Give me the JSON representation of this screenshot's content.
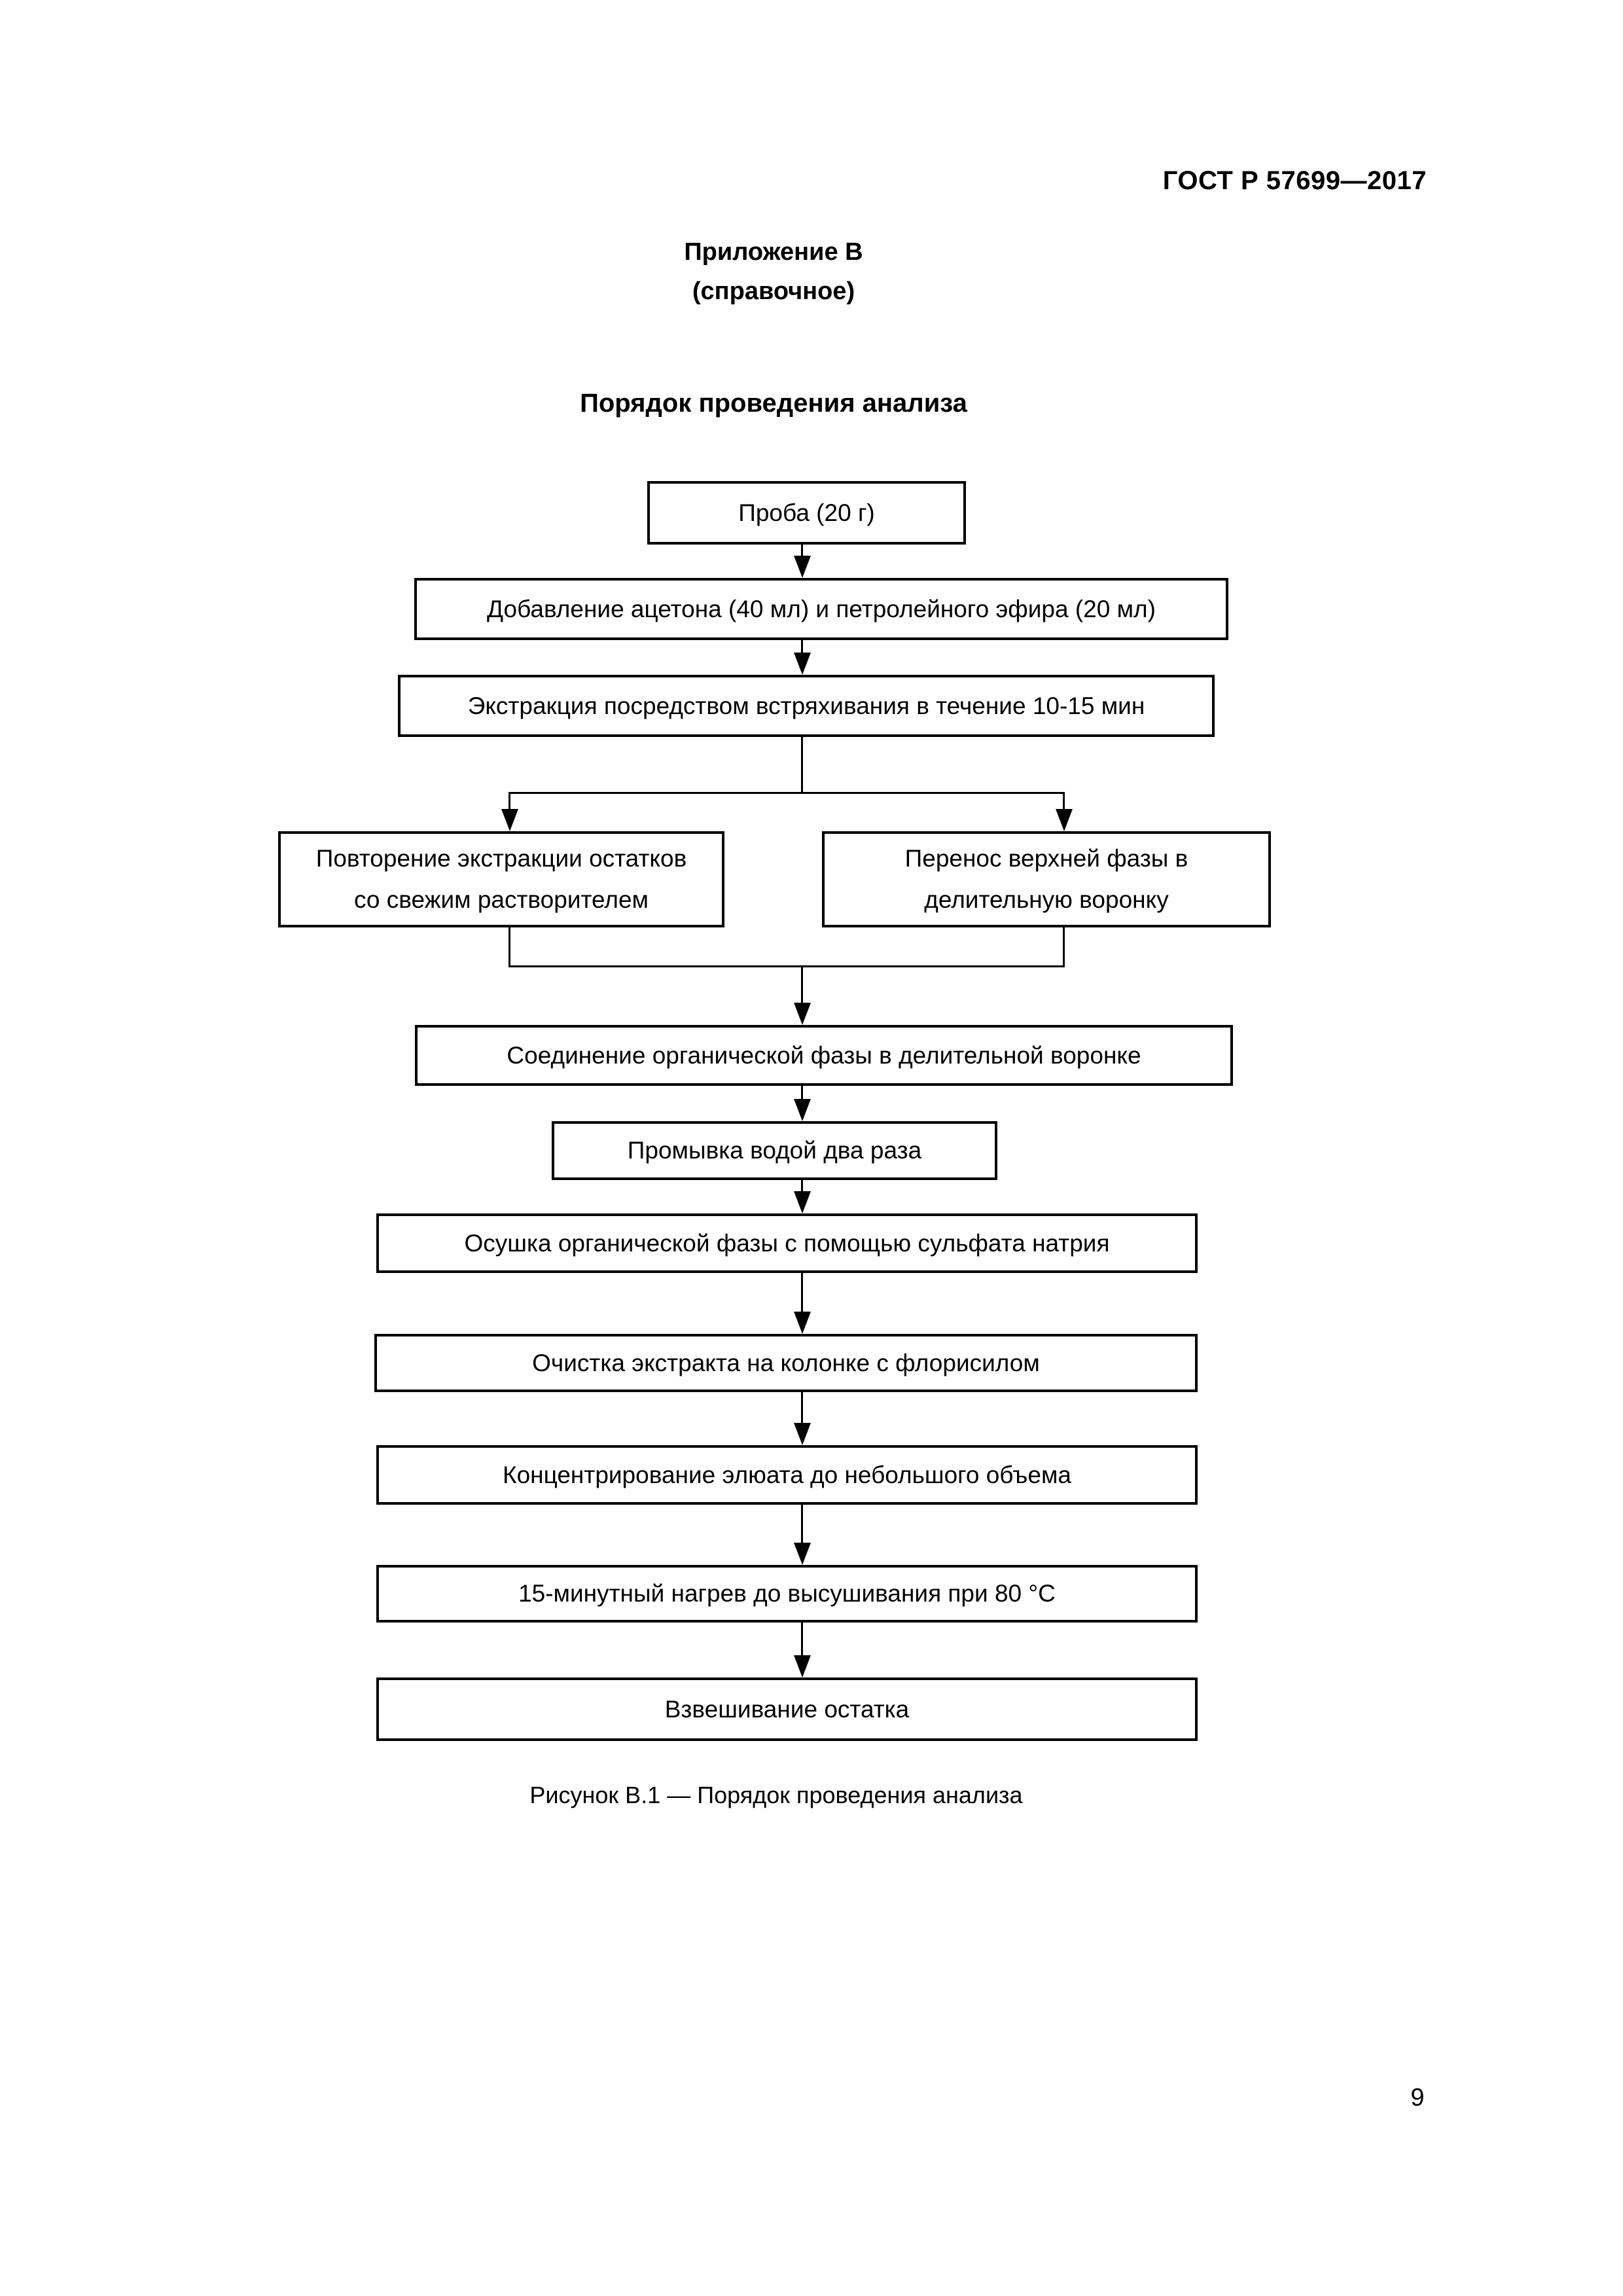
{
  "page": {
    "header_code": "ГОСТ Р 57699—2017",
    "appendix_title": "Приложение В",
    "appendix_subtitle": "(справочное)",
    "section_title": "Порядок проведения анализа",
    "figure_caption": "Рисунок В.1 — Порядок проведения анализа",
    "page_number": "9"
  },
  "colors": {
    "background": "#ffffff",
    "text": "#000000",
    "line": "#000000"
  },
  "flowchart": {
    "type": "flowchart",
    "nodes": [
      {
        "id": "sample",
        "lines": [
          "Проба (20 г)"
        ]
      },
      {
        "id": "add-solvents",
        "lines": [
          "Добавление ацетона (40 мл) и петролейного эфира (20 мл)"
        ]
      },
      {
        "id": "extraction",
        "lines": [
          "Экстракция посредством встряхивания в течение 10-15 мин"
        ]
      },
      {
        "id": "repeat-extraction",
        "lines": [
          "Повторение экстракции остатков",
          "со свежим растворителем"
        ]
      },
      {
        "id": "transfer-upper-phase",
        "lines": [
          "Перенос верхней фазы в",
          "делительную воронку"
        ]
      },
      {
        "id": "combine-organic-phase",
        "lines": [
          "Соединение органической фазы в делительной воронке"
        ]
      },
      {
        "id": "wash-water",
        "lines": [
          "Промывка водой два раза"
        ]
      },
      {
        "id": "dry-sodium-sulfate",
        "lines": [
          "Осушка органической фазы с помощью сульфата натрия"
        ]
      },
      {
        "id": "florisil-cleanup",
        "lines": [
          "Очистка экстракта на колонке с флорисилом"
        ]
      },
      {
        "id": "concentrate-eluate",
        "lines": [
          "Концентрирование элюата до небольшого объема"
        ]
      },
      {
        "id": "heat-dry",
        "lines": [
          "15-минутный нагрев до высушивания при 80 °С"
        ]
      },
      {
        "id": "weigh-residue",
        "lines": [
          "Взвешивание остатка"
        ]
      }
    ]
  }
}
